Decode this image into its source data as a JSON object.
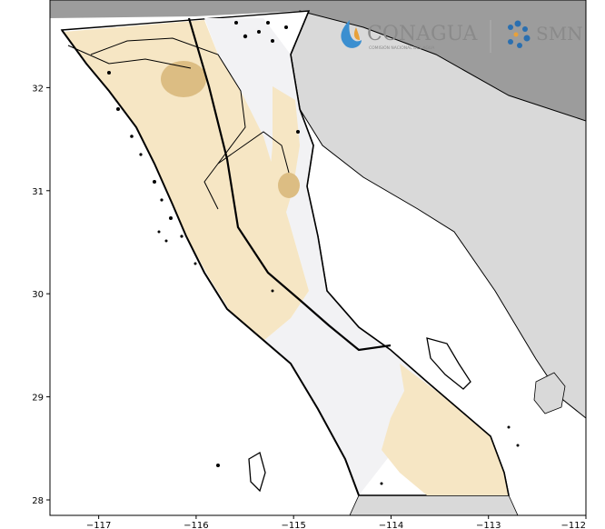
{
  "chart_data": {
    "type": "map",
    "title": "",
    "xlim": [
      -117.5,
      -112.0
    ],
    "ylim": [
      27.85,
      32.85
    ],
    "x_ticks": [
      -117,
      -116,
      -115,
      -114,
      -113,
      -112
    ],
    "y_ticks": [
      28,
      29,
      30,
      31,
      32
    ],
    "x_tick_labels": [
      "−117",
      "−116",
      "−115",
      "−114",
      "−113",
      "−112"
    ],
    "y_tick_labels": [
      "28",
      "29",
      "30",
      "31",
      "32"
    ],
    "grid": false,
    "fill_colors": {
      "land_base": "#ffffff",
      "light_class": "#f2f2f4",
      "medium_class": "#f6e6c4",
      "dark_class": "#dcbd83",
      "neighbor_land": "#d9d9d9",
      "neighbor_land_dark": "#9c9c9c",
      "border": "#000000"
    }
  },
  "logos": {
    "conagua_text": "CONAGUA",
    "conagua_subtext": "COMISIÓN NACIONAL DEL AGUA",
    "smn_text": "SMN"
  }
}
